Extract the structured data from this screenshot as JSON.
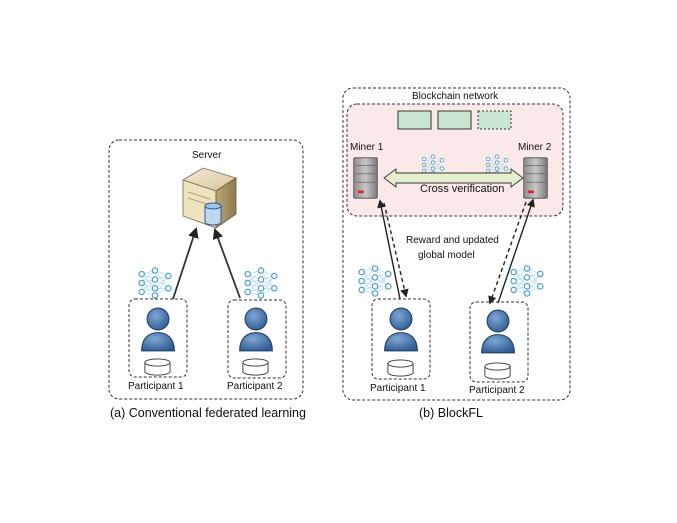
{
  "left_panel": {
    "server_label": "Server",
    "participants": [
      "Participant 1",
      "Participant 2"
    ],
    "caption": "(a) Conventional federated learning"
  },
  "right_panel": {
    "network_label": "Blockchain network",
    "miners": [
      "Miner 1",
      "Miner 2"
    ],
    "cross_verification_label": "Cross verification",
    "reward_label_line1": "Reward and updated",
    "reward_label_line2": "global model",
    "participants": [
      "Participant 1",
      "Participant 2"
    ],
    "caption": "(b) BlockFL"
  },
  "colors": {
    "person": "#4a78b0",
    "block": "#c9e6d2",
    "network_fill": "#fbe9e9",
    "arrow_band": "#e4efcf",
    "nn_node": "#5aa9d6"
  },
  "icons": [
    "server-icon",
    "database-icon",
    "person-icon",
    "neural-network-icon",
    "miner-server-icon",
    "block-icon"
  ]
}
